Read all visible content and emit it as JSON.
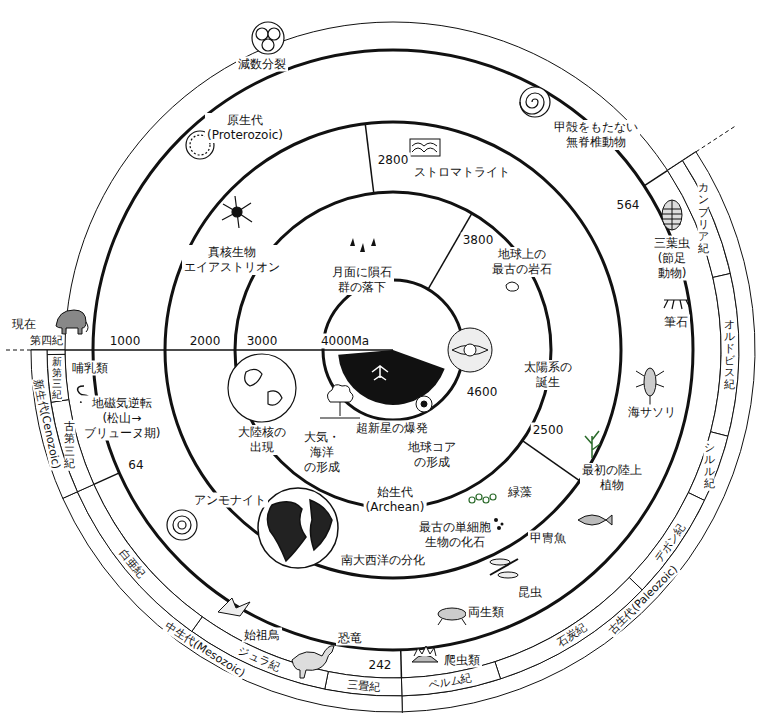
{
  "diagram": {
    "nodes": [
      {
        "text": [
          "カンブリア紀"
        ]
      },
      {
        "text": [
          "オルドビス紀"
        ]
      },
      {
        "text": [
          "シルル紀"
        ]
      },
      {
        "text": [
          "デボン紀"
        ]
      },
      {
        "text": [
          "古生代(Paleozoic)"
        ]
      },
      {
        "text": [
          "石炭紀"
        ]
      },
      {
        "text": [
          "ペルム紀"
        ]
      },
      {
        "text": [
          "三畳紀"
        ]
      },
      {
        "text": [
          "ジュラ紀"
        ]
      },
      {
        "text": [
          "中生代(Mesozoic)"
        ]
      },
      {
        "text": [
          "白亜紀"
        ]
      },
      {
        "text": [
          "古第三紀"
        ]
      },
      {
        "text": [
          "新第三紀"
        ]
      },
      {
        "text": [
          "第四紀"
        ]
      },
      {
        "text": [
          "新生代(Cenozoic)"
        ]
      }
    ],
    "labels": [
      "減数分裂",
      "甲殻をもたない 無脊椎動物",
      "564",
      "三葉虫 (節足 動物)",
      "筆石",
      "海サソリ",
      "最初の陸上 植物",
      "甲冑魚",
      "昆虫",
      "緑藻",
      "両生類",
      "爬虫類",
      "242",
      "恐竜",
      "始祖鳥",
      "南大西洋の分化",
      "アンモナイト",
      "64",
      "地磁気逆転 (松山→ ブリューヌ期)",
      "哺乳類",
      "現在",
      "1000",
      "2000",
      "3000",
      "4000Ma",
      "真核生物 エイアストリオン",
      "原生代 (Proterozoic)",
      "2800",
      "ストロマトライト",
      "月面に隕石 群の落下",
      "3800",
      "地球上の 最古の岩石",
      "太陽系の 誕生",
      "4600",
      "超新星の爆発",
      "大気・海洋 の形成",
      "地球コア の形成",
      "大陸核の 出現",
      "始生代 (Archean)",
      "最古の単細胞 生物の化石",
      "2500"
    ]
  }
}
